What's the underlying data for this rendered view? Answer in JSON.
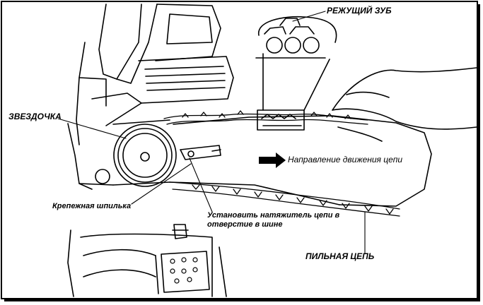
{
  "labels": {
    "cutting_tooth": "РЕЖУЩИЙ ЗУБ",
    "sprocket": "ЗВЕЗДОЧКА",
    "chain_direction": "Направление движения цепи",
    "mounting_pin": "Крепежная шпилька",
    "tensioner_line1": "Установить натяжитель цепи в",
    "tensioner_line2": "отверстие в шине",
    "saw_chain": "ПИЛЬНАЯ ЦЕПЬ"
  },
  "icons": {
    "direction_arrow": "right-arrow-icon"
  }
}
